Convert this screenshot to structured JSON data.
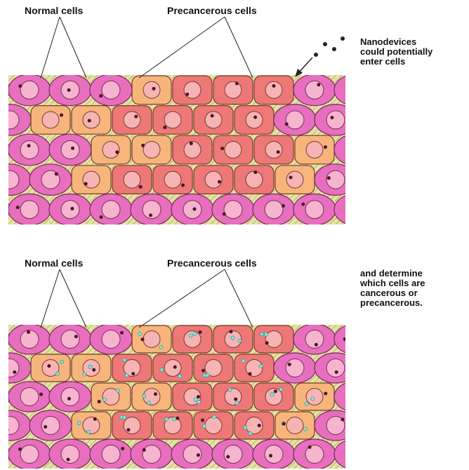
{
  "panels": [
    {
      "normal_label": "Normal cells",
      "precancerous_label": "Precancerous cells",
      "side_text": "Nanodevices\ncould potentially\nenter cells",
      "show_nanodevices_outside": true,
      "show_nanodevices_inside": false
    },
    {
      "normal_label": "Normal cells",
      "precancerous_label": "Precancerous cells",
      "side_text": "and determine\nwhich cells are\ncancerous or\nprecancerous.",
      "show_nanodevices_outside": false,
      "show_nanodevices_inside": true
    }
  ],
  "colors": {
    "normal_cell": "#e86fbe",
    "normal_nucleus": "#f7b4cf",
    "precancer_orange": "#f7b57c",
    "precancer_red": "#ee7878",
    "precancer_nucleus": "#f7b4b4",
    "nanodevice_inside": "#7fe6e0",
    "background_hatch": "#e4e2a2"
  }
}
